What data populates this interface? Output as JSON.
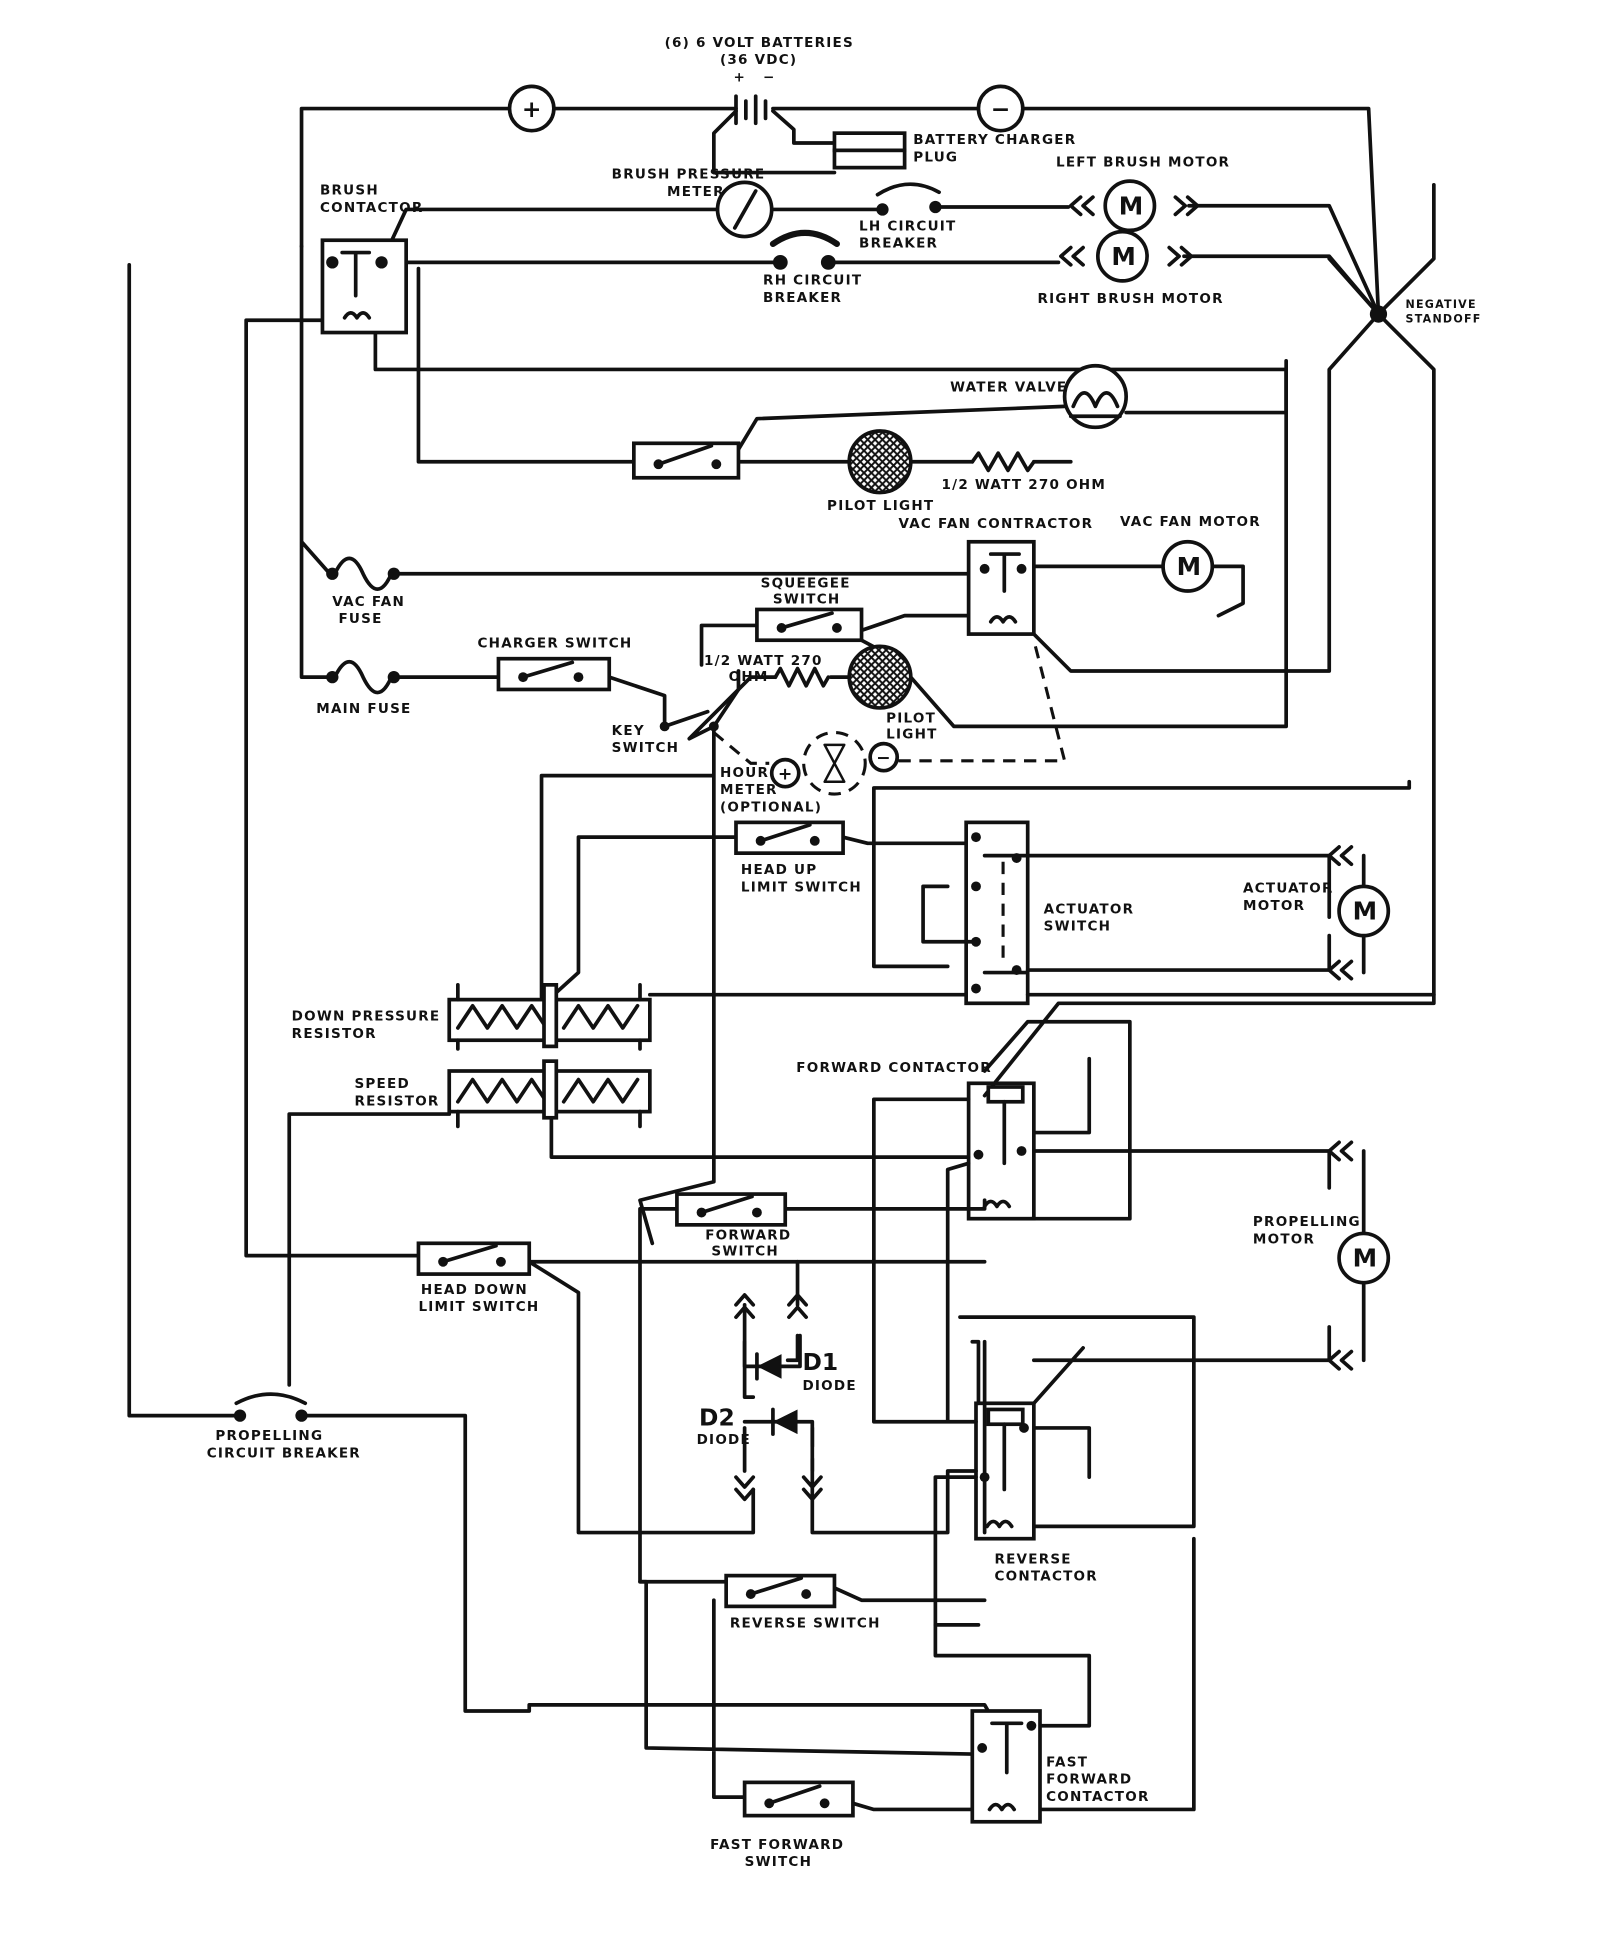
{
  "diagram": {
    "labels": {
      "batteries_1": "(6) 6 VOLT BATTERIES",
      "batteries_2": "(36 VDC)",
      "bat_plus": "+",
      "bat_minus": "−",
      "charger_plug_1": "BATTERY CHARGER",
      "charger_plug_2": "PLUG",
      "brush_contactor_1": "BRUSH",
      "brush_contactor_2": "CONTACTOR",
      "brush_meter_1": "BRUSH PRESSURE",
      "brush_meter_2": "METER",
      "left_brush_motor": "LEFT BRUSH MOTOR",
      "lh_breaker_1": "LH CIRCUIT",
      "lh_breaker_2": "BREAKER",
      "rh_breaker_1": "RH CIRCUIT",
      "rh_breaker_2": "BREAKER",
      "right_brush_motor": "RIGHT BRUSH MOTOR",
      "negative_standoff_1": "NEGATIVE",
      "negative_standoff_2": "STANDOFF",
      "water_valve": "WATER VALVE",
      "pilot_light_1": "PILOT LIGHT",
      "resistor_1": "1/2 WATT 270 OHM",
      "vac_fan_contractor": "VAC FAN CONTRACTOR",
      "vac_fan_motor": "VAC FAN MOTOR",
      "vac_fan_fuse_1": "VAC FAN",
      "vac_fan_fuse_2": "FUSE",
      "squeegee_switch_1": "SQUEEGEE",
      "squeegee_switch_2": "SWITCH",
      "charger_switch": "CHARGER SWITCH",
      "resistor_2a": "1/2 WATT 270",
      "resistor_2b": "OHM",
      "pilot_light_2a": "PILOT",
      "pilot_light_2b": "LIGHT",
      "main_fuse": "MAIN FUSE",
      "key_switch_1": "KEY",
      "key_switch_2": "SWITCH",
      "hour_meter_1": "HOUR",
      "hour_meter_2": "METER",
      "hour_meter_3": "(OPTIONAL)",
      "head_up_1": "HEAD UP",
      "head_up_2": "LIMIT SWITCH",
      "actuator_switch_1": "ACTUATOR",
      "actuator_switch_2": "SWITCH",
      "actuator_motor_1": "ACTUATOR",
      "actuator_motor_2": "MOTOR",
      "down_pressure_1": "DOWN PRESSURE",
      "down_pressure_2": "RESISTOR",
      "speed_resistor_1": "SPEED",
      "speed_resistor_2": "RESISTOR",
      "forward_contactor": "FORWARD CONTACTOR",
      "propelling_motor_1": "PROPELLING",
      "propelling_motor_2": "MOTOR",
      "forward_switch_1": "FORWARD",
      "forward_switch_2": "SWITCH",
      "head_down_1": "HEAD DOWN",
      "head_down_2": "LIMIT SWITCH",
      "d1": "D1",
      "d1_sub": "DIODE",
      "d2": "D2",
      "d2_sub": "DIODE",
      "prop_breaker_1": "PROPELLING",
      "prop_breaker_2": "CIRCUIT BREAKER",
      "reverse_contactor_1": "REVERSE",
      "reverse_contactor_2": "CONTACTOR",
      "reverse_switch": "REVERSE SWITCH",
      "fast_forward_contactor_1": "FAST",
      "fast_forward_contactor_2": "FORWARD",
      "fast_forward_contactor_3": "CONTACTOR",
      "fast_forward_switch_1": "FAST FORWARD",
      "fast_forward_switch_2": "SWITCH",
      "motor": "M",
      "plus": "+",
      "minus": "−"
    }
  }
}
